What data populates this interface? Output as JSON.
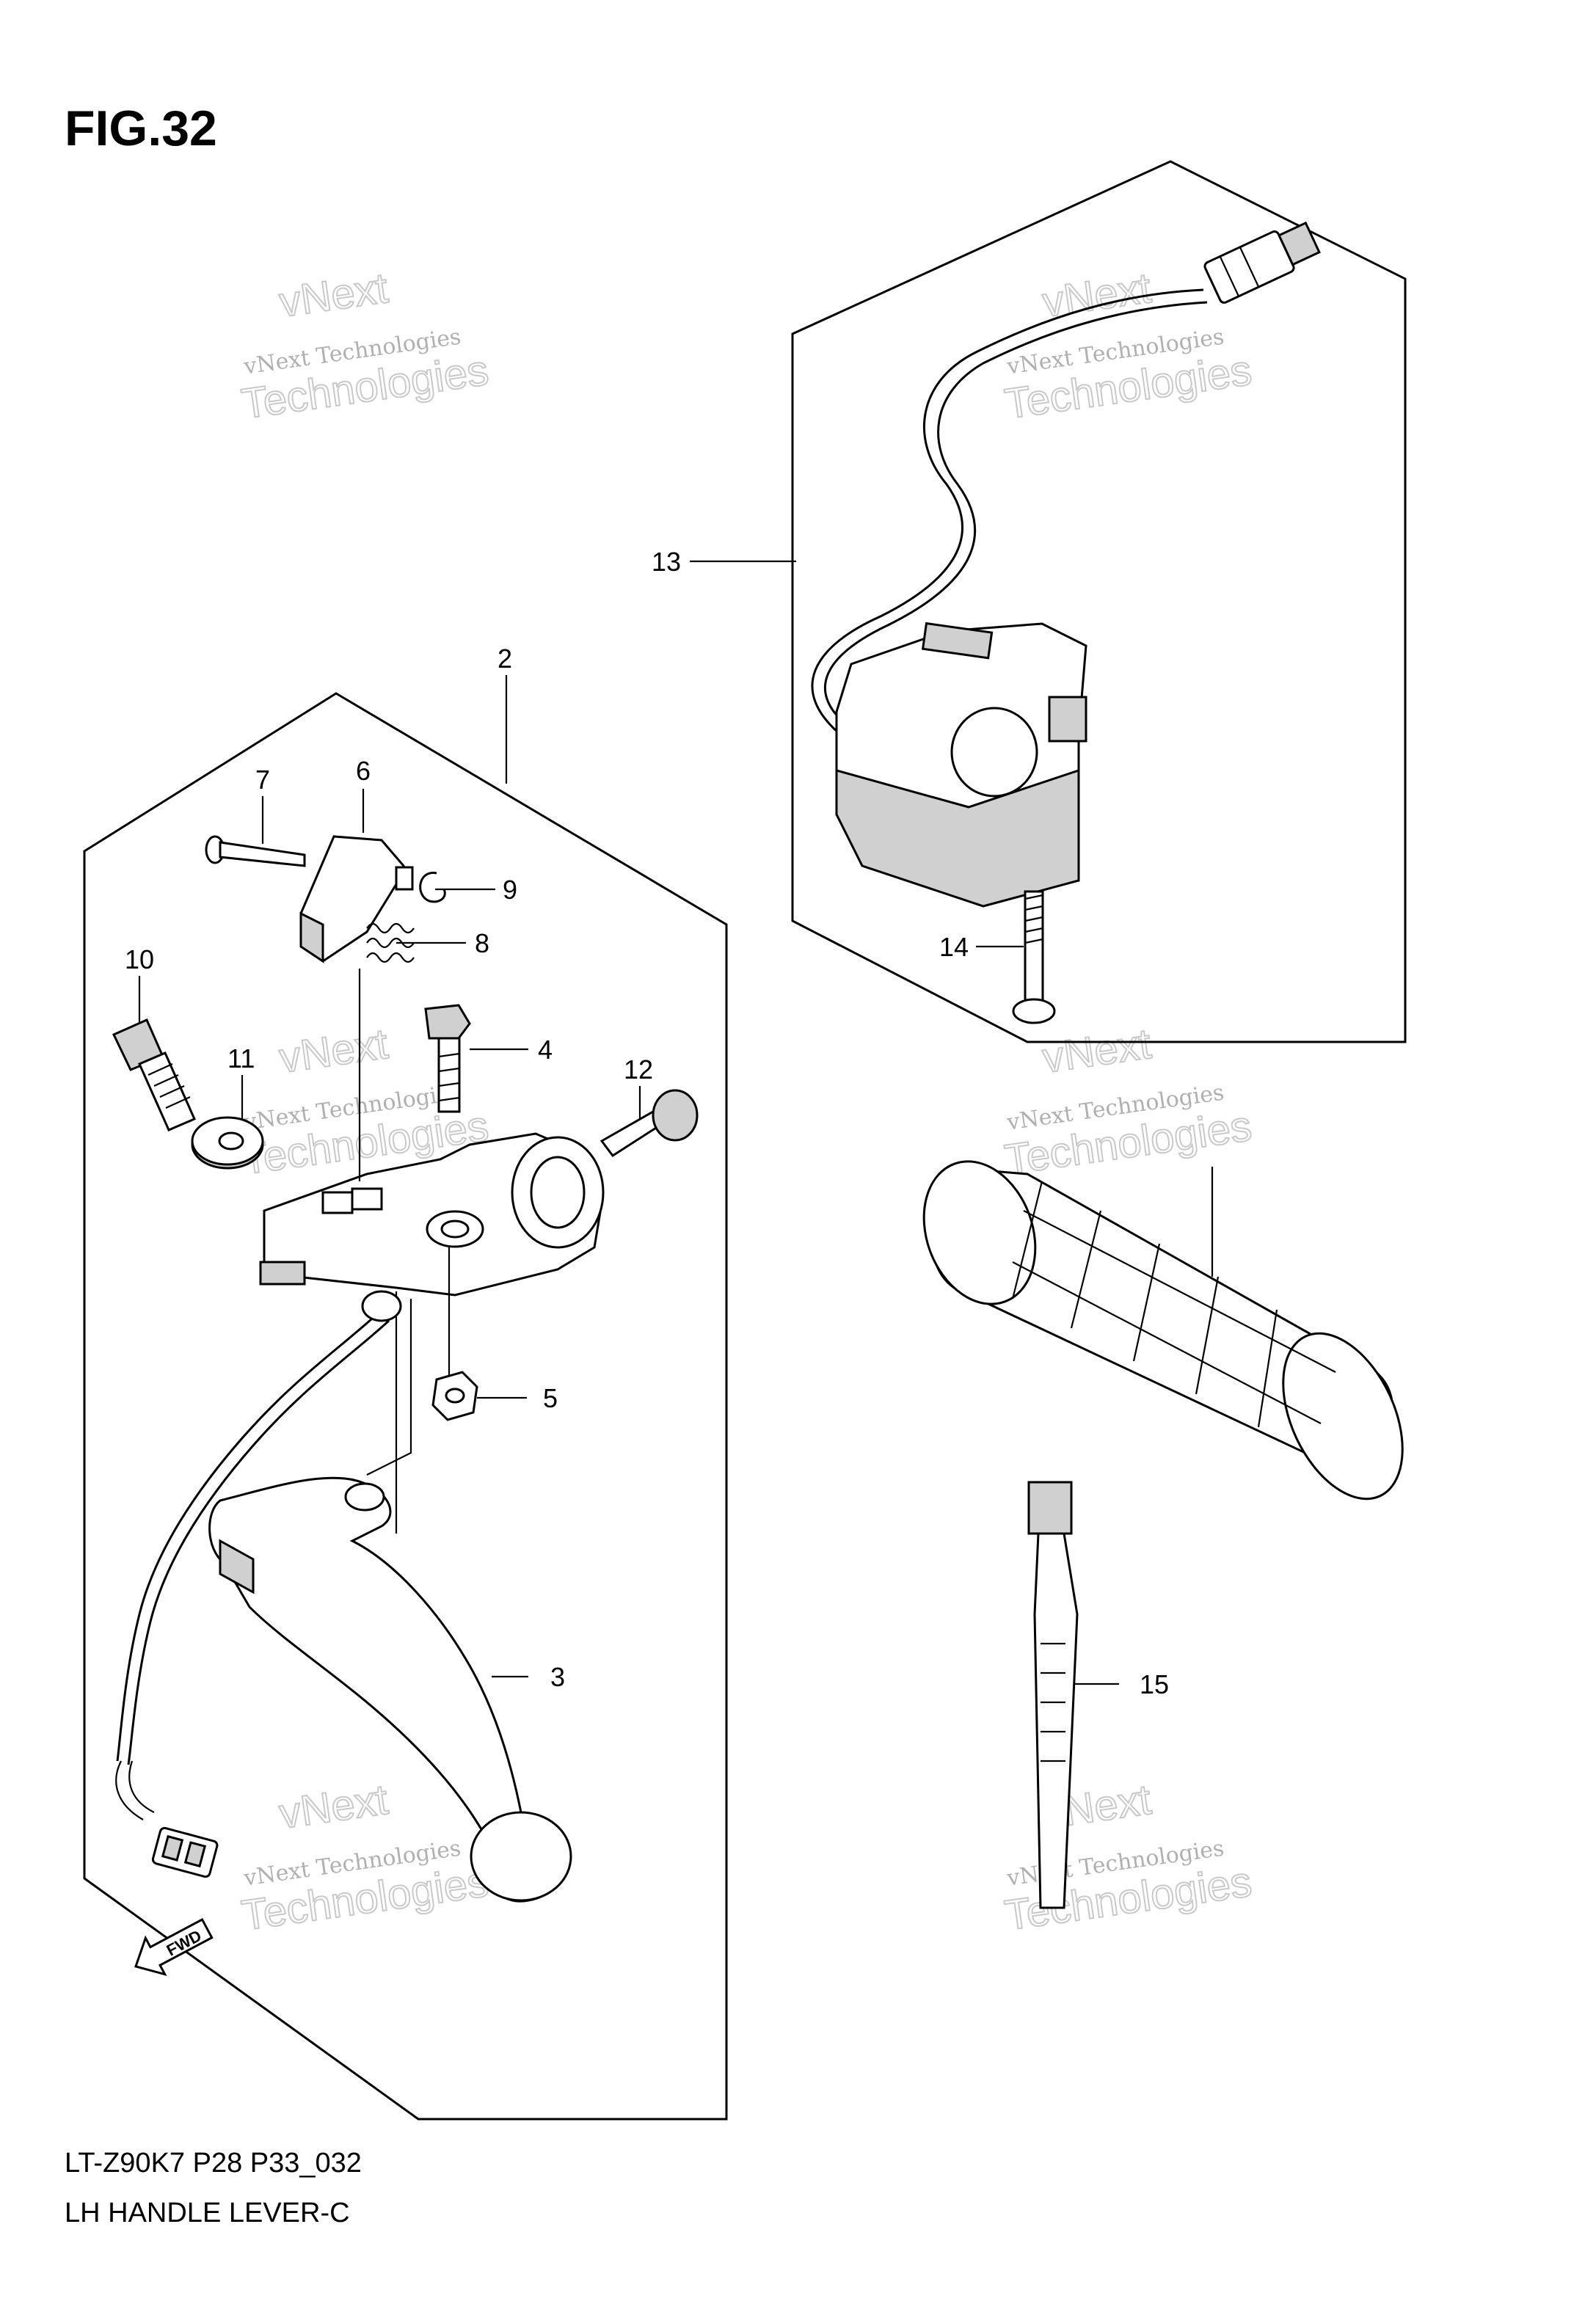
{
  "figure": {
    "title": "FIG.32",
    "footer_line1": "LT-Z90K7 P28 P33_032",
    "footer_line2": "LH HANDLE LEVER-C"
  },
  "callouts": {
    "c2": "2",
    "c3": "3",
    "c4": "4",
    "c5": "5",
    "c6": "6",
    "c7": "7",
    "c8": "8",
    "c9": "9",
    "c10": "10",
    "c11": "11",
    "c12": "12",
    "c13": "13",
    "c14": "14",
    "c15": "15"
  },
  "fwd_label": "FWD",
  "watermark": {
    "small": "vNext Technologies",
    "top": "vNext",
    "bottom": "Technologies"
  },
  "icons": [
    "fwd-arrow-icon"
  ]
}
